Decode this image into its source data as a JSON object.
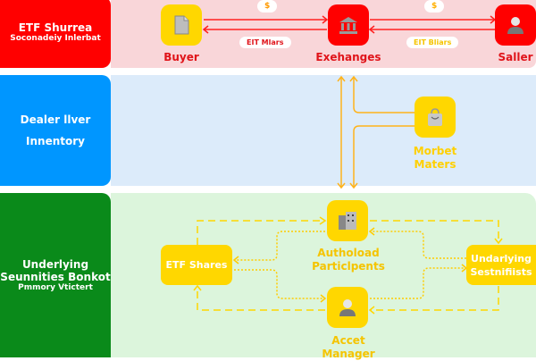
{
  "colors": {
    "secondary_accent": "#ff0000",
    "secondary_bg": "#f9d6d9",
    "dealer_accent": "#0096ff",
    "dealer_bg": "#dcebfa",
    "primary_accent": "#0a8a1a",
    "primary_bg": "#dcf5dc",
    "node_yellow": "#ffd700",
    "arrow_orange": "#ffb31a"
  },
  "secondary": {
    "title": "ETF Shurrea",
    "subtitle": "Soconadeiy Inlerbat",
    "buyer_label": "Buyer",
    "exchanges_label": "Exehanges",
    "seller_label": "Saller",
    "cash_badge_left": "$",
    "cash_badge_right": "$",
    "shares_pill_left": "EIT Mlars",
    "shares_pill_right": "EIT Bliars"
  },
  "dealer": {
    "title_line1": "Dealer llver",
    "title_line2": "Innentory",
    "market_makers_line1": "Morbet",
    "market_makers_line2": "Maters"
  },
  "primary": {
    "title_line1": "Underlying",
    "title_line2": "Seunnities Bonkot",
    "subtitle": "Pmmory Vtictert",
    "etf_shares_label": "ETF Shares",
    "ap_line1": "Authoload",
    "ap_line2": "Particlpents",
    "underlying_line1": "Undarlying",
    "underlying_line2": "Sestnifiists",
    "asset_mgr_line1": "Accet",
    "asset_mgr_line2": "Manager"
  }
}
